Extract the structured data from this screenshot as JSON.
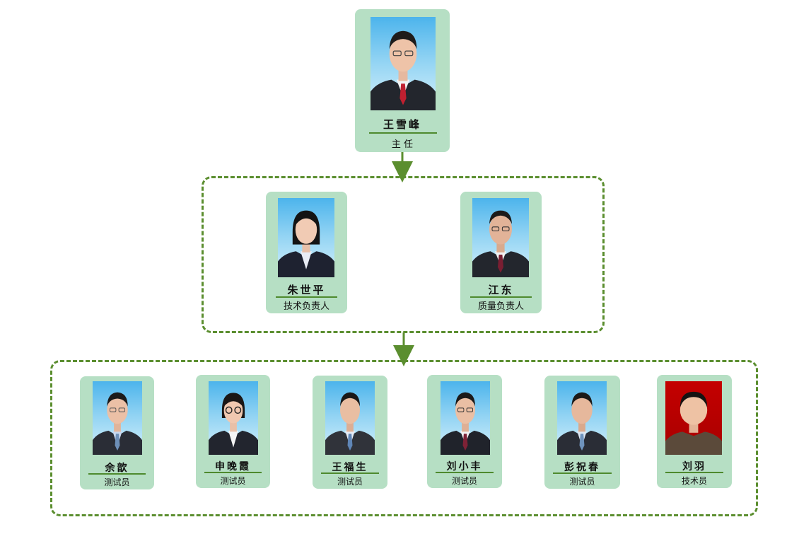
{
  "director": {
    "name": "王雪峰",
    "role": "主 任"
  },
  "managers": [
    {
      "name": "朱世平",
      "role": "技术负责人"
    },
    {
      "name": "江东",
      "role": "质量负责人"
    }
  ],
  "staff": [
    {
      "name": "余歆",
      "role": "测试员"
    },
    {
      "name": "申晚霞",
      "role": "测试员"
    },
    {
      "name": "王福生",
      "role": "测试员"
    },
    {
      "name": "刘小丰",
      "role": "测试员"
    },
    {
      "name": "彭祝春",
      "role": "测试员"
    },
    {
      "name": "刘羽",
      "role": "技术员"
    }
  ],
  "colors": {
    "card_bg": "#b6dfc4",
    "line_green": "#5b8e2f",
    "photo_blue": "#4cb4ec",
    "photo_red": "#c40000"
  }
}
